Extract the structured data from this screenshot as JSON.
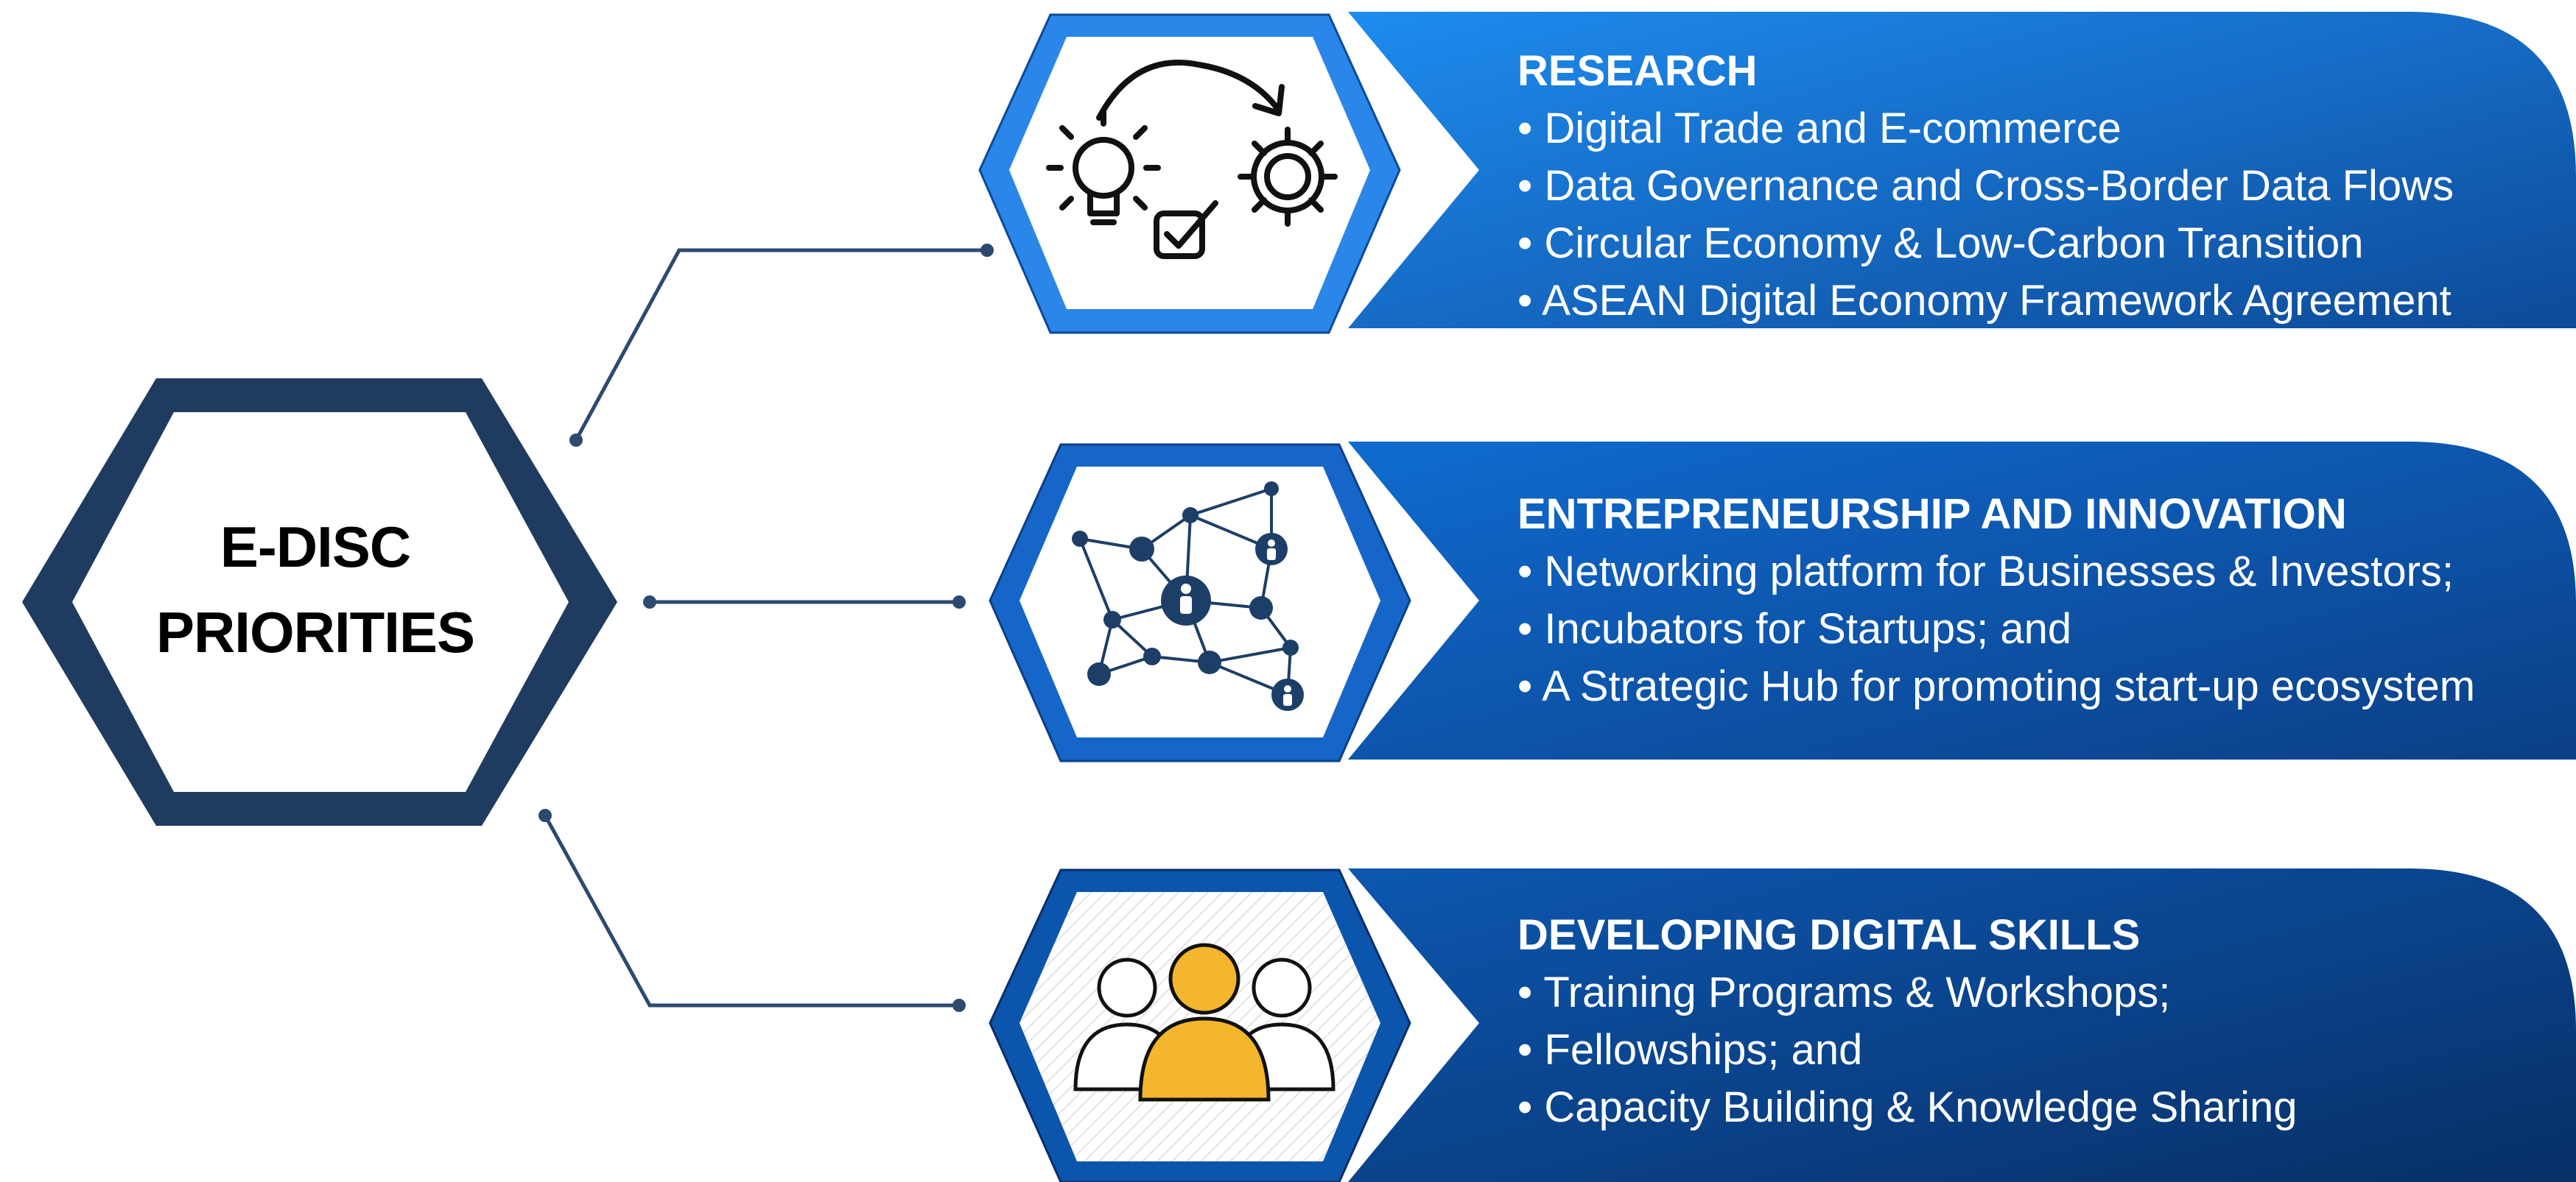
{
  "center": {
    "line1": "E-DISC",
    "line2": "PRIORITIES"
  },
  "priorities": [
    {
      "heading": "RESEARCH",
      "items": [
        "• Digital Trade and E-commerce",
        "• Data Governance and Cross-Border Data Flows",
        "• Circular Economy & Low-Carbon Transition",
        "• ASEAN Digital Economy Framework Agreement"
      ],
      "icon": "lightbulb-gear-checkbox-icon"
    },
    {
      "heading": "ENTREPRENEURSHIP AND INNOVATION",
      "items": [
        "• Networking platform for Businesses & Investors;",
        "• Incubators for Startups; and",
        "• A Strategic Hub for promoting start-up ecosystem"
      ],
      "icon": "people-network-icon"
    },
    {
      "heading": "DEVELOPING DIGITAL SKILLS",
      "items": [
        "• Training Programs & Workshops;",
        "• Fellowships; and",
        "• Capacity Building & Knowledge Sharing"
      ],
      "icon": "group-of-people-icon"
    }
  ],
  "colors": {
    "center_hexagon": "#1f3b60",
    "connector": "#2c4a6e",
    "band_top_start": "#1e8cf0",
    "band_top_end": "#0d4a98",
    "band_mid_start": "#0f6bd0",
    "band_mid_end": "#0b3f86",
    "band_bottom_start": "#0c57b0",
    "band_bottom_end": "#082f66",
    "people_accent": "#f4b62c"
  }
}
